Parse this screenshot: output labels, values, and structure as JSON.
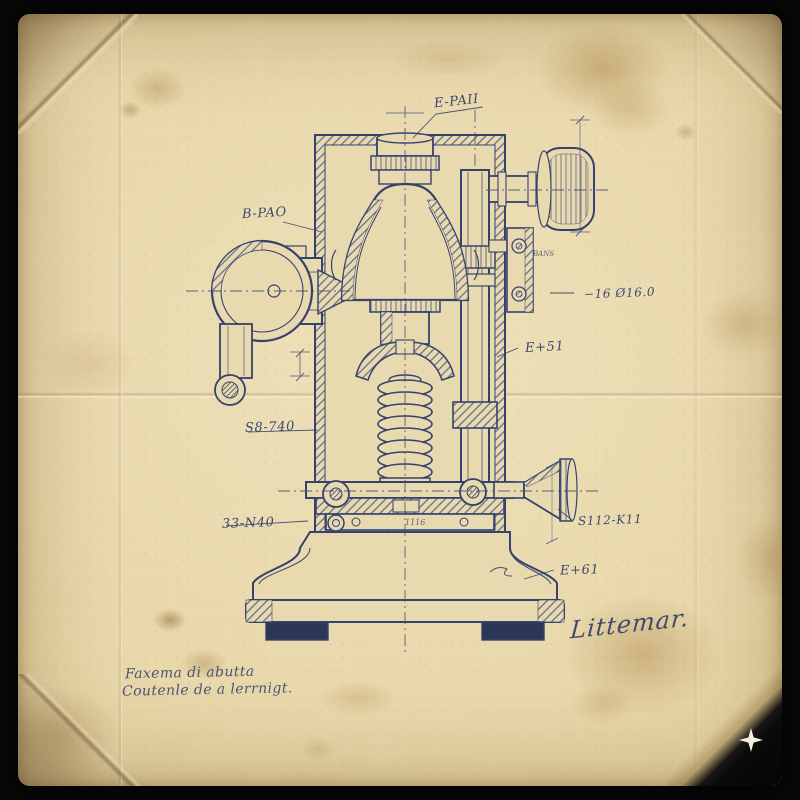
{
  "document": {
    "kind": "Vintage hand-inked technical drawing of a bench apparatus on aged folded paper",
    "ink_color": "#33406b",
    "paper_color": "#e8d7a9"
  },
  "annotations": {
    "part_labels": [
      {
        "id": "top",
        "text": "E-PAII"
      },
      {
        "id": "upper-left",
        "text": "B-PAO"
      },
      {
        "id": "right-upper",
        "text": "−16 Ø16.0"
      },
      {
        "id": "right-mid",
        "text": "E+51"
      },
      {
        "id": "left-mid",
        "text": "S8-740"
      },
      {
        "id": "left-lower",
        "text": "33-N40"
      },
      {
        "id": "right-lower",
        "text": "S112-K11"
      },
      {
        "id": "base-right",
        "text": "E+61"
      },
      {
        "id": "tiny-bracket",
        "text": "BANS"
      },
      {
        "id": "tiny-table",
        "text": "1116"
      }
    ],
    "signature": "Littemar.",
    "caption_line1": "Faxema di abutta",
    "caption_line2": "Coutenle de a lerrnigt.",
    "corner_mark": "✦"
  }
}
